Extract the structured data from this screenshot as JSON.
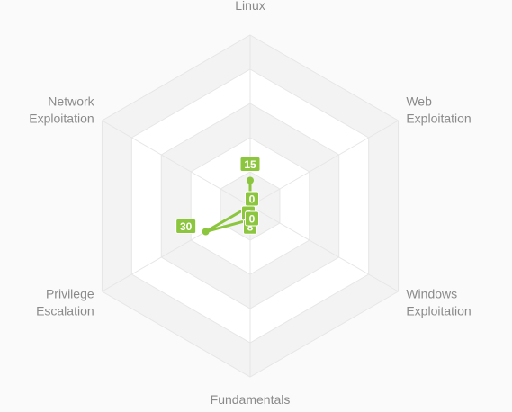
{
  "chart_data": {
    "type": "radar",
    "axes": [
      [
        "Linux"
      ],
      [
        "Web",
        "Exploitation"
      ],
      [
        "Windows",
        "Exploitation"
      ],
      [
        "Fundamentals"
      ],
      [
        "Privilege",
        "Escalation"
      ],
      [
        "Network",
        "Exploitation"
      ]
    ],
    "series": [
      {
        "values": [
          15,
          0,
          0,
          8,
          30,
          0
        ],
        "color": "#8cc63f"
      }
    ],
    "rlim": [
      0,
      100
    ],
    "ring_count": 5,
    "grid": true
  }
}
